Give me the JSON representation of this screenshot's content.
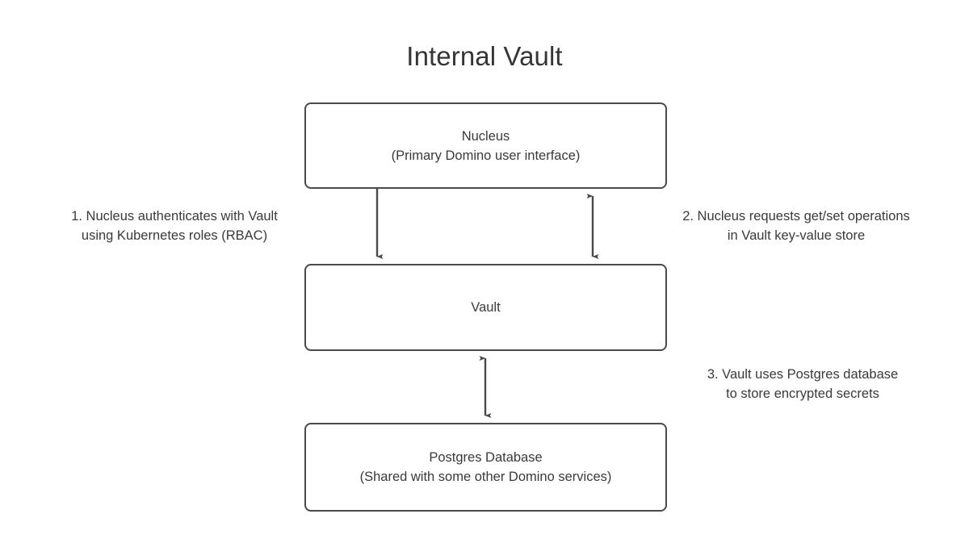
{
  "diagram": {
    "title": "Internal Vault",
    "background_color": "#ffffff",
    "stroke_color": "#4a4a4a",
    "text_color": "#3a3a3a",
    "nodes": [
      {
        "id": "nucleus",
        "title": "Nucleus",
        "subtitle": "(Primary Domino user interface)"
      },
      {
        "id": "vault",
        "title": "Vault",
        "subtitle": ""
      },
      {
        "id": "postgres",
        "title": "Postgres Database",
        "subtitle": "(Shared with some other Domino services)"
      }
    ],
    "annotations": [
      {
        "id": "step-1",
        "line1": "1. Nucleus authenticates with Vault",
        "line2": "using Kubernetes roles (RBAC)"
      },
      {
        "id": "step-2",
        "line1": "2. Nucleus requests get/set operations",
        "line2": "in Vault key-value store"
      },
      {
        "id": "step-3",
        "line1": "3. Vault uses Postgres database",
        "line2": "to store encrypted secrets"
      }
    ],
    "connectors": [
      {
        "id": "nucleus-to-vault",
        "from": "nucleus",
        "to": "vault",
        "direction": "down",
        "relates_to": "step-1"
      },
      {
        "id": "nucleus-vault-bidirectional",
        "from": "nucleus",
        "to": "vault",
        "direction": "both",
        "relates_to": "step-2"
      },
      {
        "id": "vault-postgres-bidirectional",
        "from": "vault",
        "to": "postgres",
        "direction": "both",
        "relates_to": "step-3"
      }
    ]
  }
}
